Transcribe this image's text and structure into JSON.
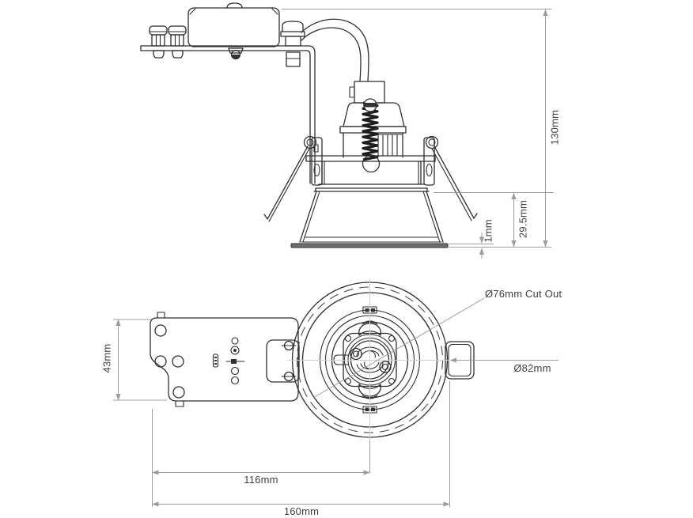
{
  "drawing": {
    "kind": "technical-dimension-drawing",
    "subject": "recessed GU10 downlight - side elevation and underside plan view",
    "dims": {
      "overall_height": "130mm",
      "recess_depth": "29.5mm",
      "bezel_lip": "1mm",
      "plate_width": "43mm",
      "plate_to_center": "116mm",
      "overall_length": "160mm",
      "cutout": "Ø76mm Cut Out",
      "trim_diameter": "Ø82mm"
    },
    "colors": {
      "line": "#2e2e2e",
      "dimension": "#9c9c9c",
      "centerline": "#cfcfcf",
      "text": "#3f3f3f",
      "background": "#ffffff"
    }
  }
}
